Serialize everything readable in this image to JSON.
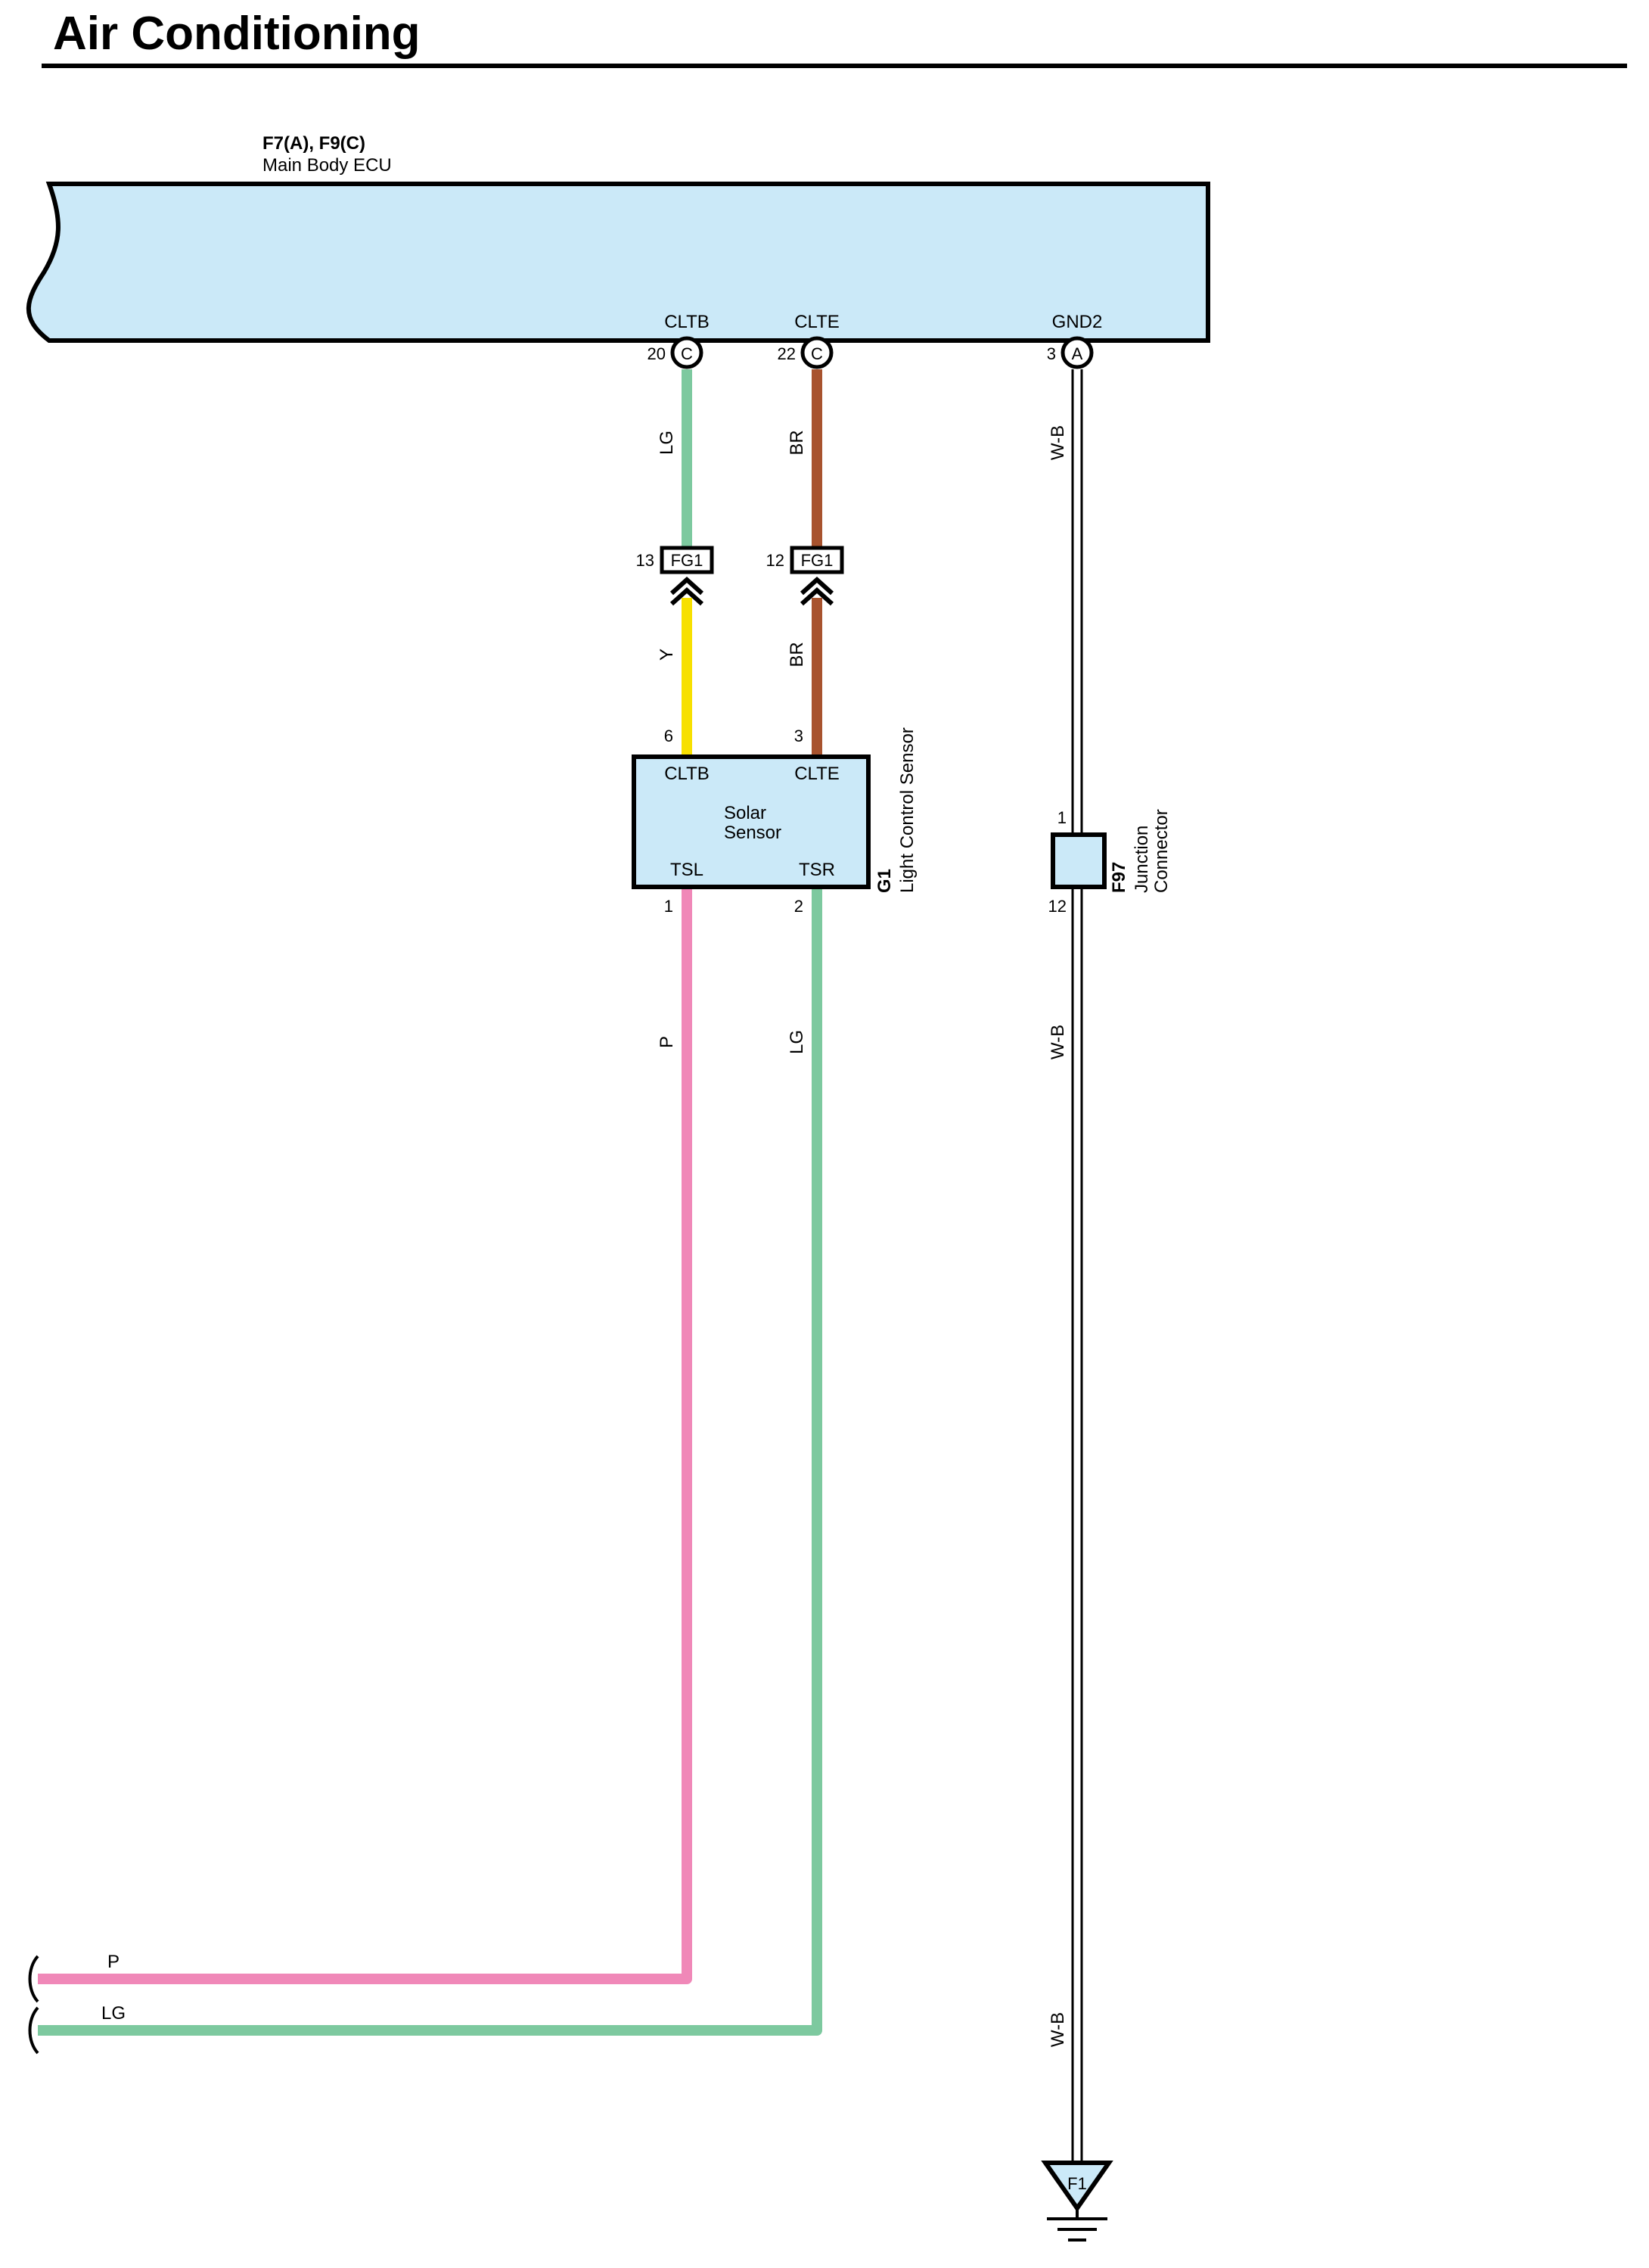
{
  "page": {
    "title": "Air Conditioning"
  },
  "colors": {
    "fill": "#cbe9f8",
    "stroke": "#000000",
    "LG": "#7dc99f",
    "BR": "#a8532e",
    "Y": "#f7e000",
    "P": "#f088b8",
    "W-B": "#000000"
  },
  "ecu": {
    "codes": "F7(A), F9(C)",
    "name": "Main Body ECU",
    "terminals": [
      {
        "name": "CLTB",
        "pin": "20",
        "connector": "C"
      },
      {
        "name": "CLTE",
        "pin": "22",
        "connector": "C"
      },
      {
        "name": "GND2",
        "pin": "3",
        "connector": "A"
      }
    ]
  },
  "junctions": [
    {
      "pin": "13",
      "label": "FG1"
    },
    {
      "pin": "12",
      "label": "FG1"
    }
  ],
  "sensor": {
    "code": "G1",
    "name": "Light Control Sensor",
    "title_line1": "Solar",
    "title_line2": "Sensor",
    "top_terminals": [
      {
        "name": "CLTB",
        "pin": "6"
      },
      {
        "name": "CLTE",
        "pin": "3"
      }
    ],
    "bottom_terminals": [
      {
        "name": "TSL",
        "pin": "1"
      },
      {
        "name": "TSR",
        "pin": "2"
      }
    ]
  },
  "junction_connector": {
    "code": "F97",
    "line1": "Junction",
    "line2": "Connector",
    "pin_top": "1",
    "pin_bottom": "12"
  },
  "wires": {
    "cltb_upper": "LG",
    "clte_upper": "BR",
    "cltb_lower": "Y",
    "clte_lower": "BR",
    "tsl": "P",
    "tsr": "LG",
    "gnd_upper": "W-B",
    "gnd_middle": "W-B",
    "gnd_lower": "W-B",
    "exit_p": "P",
    "exit_lg": "LG"
  },
  "ground": {
    "label": "F1"
  }
}
